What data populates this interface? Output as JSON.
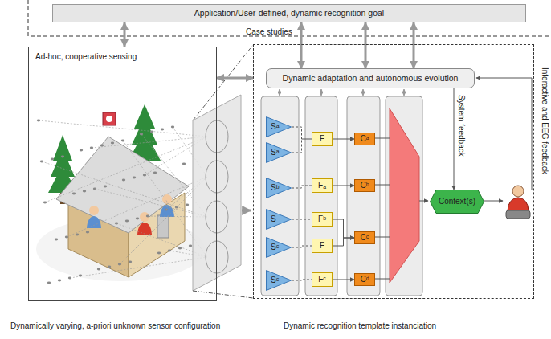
{
  "diagram": {
    "nodes": [
      {
        "text": [
          "Application/User-defined, dynamic recognition goal"
        ]
      },
      {
        "text": [
          "Ad-hoc, cooperative sensing",
          "Dynamically varying, a-priori unknown sensor configuration"
        ]
      },
      {
        "text": [
          "Dynamic recognition template instanciation"
        ]
      },
      {
        "text": [
          "Dynamic adaptation and autonomous evolution"
        ],
        "in": 2
      },
      {
        "text": [
          "Sᵃ"
        ],
        "in": 2
      },
      {
        "text": [
          "Sᵃ"
        ],
        "in": 2
      },
      {
        "text": [
          "Sᵇ"
        ],
        "in": 2
      },
      {
        "text": [
          "S"
        ],
        "in": 2
      },
      {
        "text": [
          "Sᶜ"
        ],
        "in": 2
      },
      {
        "text": [
          "Sᶜ"
        ],
        "in": 2
      },
      {
        "text": [
          "F"
        ],
        "in": 2
      },
      {
        "text": [
          "Fₐ"
        ],
        "in": 2
      },
      {
        "text": [
          "Fᵇ"
        ],
        "in": 2
      },
      {
        "text": [
          "F"
        ],
        "in": 2
      },
      {
        "text": [
          "Fᶜ"
        ],
        "in": 2
      },
      {
        "text": [
          "Cᵃ"
        ],
        "in": 2
      },
      {
        "text": [
          "Cᵇ"
        ],
        "in": 2
      },
      {
        "text": [
          "Cᶜ"
        ],
        "in": 2
      },
      {
        "text": [
          "Cᵈ"
        ],
        "in": 2
      },
      {
        "text": [
          "Context(s)"
        ],
        "in": 2
      }
    ],
    "edges": [
      {
        "from": 0,
        "to": 1,
        "arrow": "both"
      },
      {
        "from": 0,
        "to": 3,
        "arrow": "both"
      },
      {
        "from": 0,
        "to": 3,
        "arrow": "both"
      },
      {
        "from": 0,
        "to": 3,
        "arrow": "both"
      },
      {
        "from": 1,
        "to": 2,
        "arrow": "both"
      },
      {
        "from": 3,
        "to": 19,
        "arrow": "to",
        "label": "System feedback"
      },
      {
        "from": 4,
        "to": 10,
        "arrow": "none"
      },
      {
        "from": 5,
        "to": 10,
        "arrow": "none"
      },
      {
        "from": 6,
        "to": 11,
        "arrow": "none"
      },
      {
        "from": 7,
        "to": 12,
        "arrow": "none"
      },
      {
        "from": 8,
        "to": 13,
        "arrow": "none"
      },
      {
        "from": 9,
        "to": 14,
        "arrow": "none"
      },
      {
        "from": 10,
        "to": 15,
        "arrow": "to"
      },
      {
        "from": 11,
        "to": 16,
        "arrow": "to"
      },
      {
        "from": 12,
        "to": 17,
        "arrow": "to"
      },
      {
        "from": 13,
        "to": 17,
        "arrow": "to"
      },
      {
        "from": 14,
        "to": 18,
        "arrow": "to"
      }
    ],
    "labels": [
      "Case studies",
      "Interactive and EEG feedback"
    ]
  }
}
